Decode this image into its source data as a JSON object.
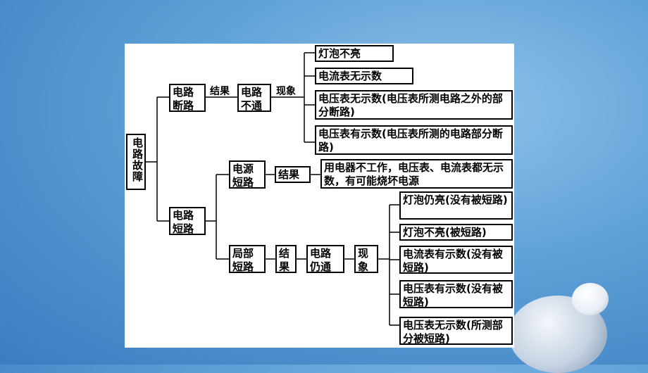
{
  "root": "电路故障",
  "open_circuit": {
    "label": "电路断路",
    "result_label": "结果",
    "result_box": "电路不通",
    "phenomena_label": "现象",
    "items": [
      "灯泡不亮",
      "电流表无示数",
      "电压表无示数(电压表所测电路之外的部分断路)",
      "电压表有示数(电压表所测的电路部分断路)"
    ]
  },
  "short_circuit": {
    "label": "电路短路",
    "power_short": {
      "label": "电源短路",
      "result_label": "结果",
      "result_text": "用电器不工作，电压表、电流表都无示数，有可能烧坏电源"
    },
    "local_short": {
      "label": "局部短路",
      "result_label": "结果",
      "result_box": "电路仍通",
      "phenomena_label": "现象",
      "items": [
        "灯泡仍亮(没有被短路)",
        "灯泡不亮(被短路)",
        "电流表有示数(没有被短路)",
        "电压表有示数(没有被短路)",
        "电压表无示数(所测部分被短路)"
      ]
    }
  }
}
